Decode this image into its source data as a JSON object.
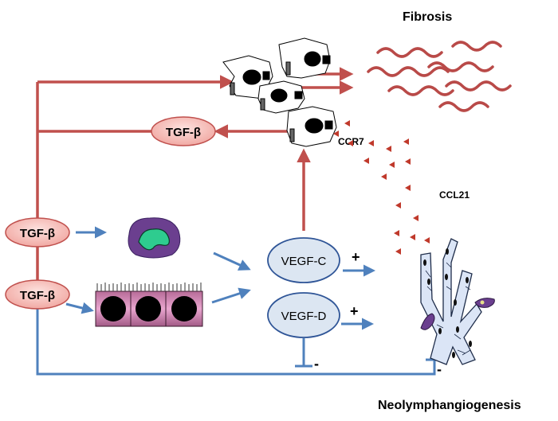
{
  "labels": {
    "fibrosis": "Fibrosis",
    "neolymphangiogenesis": "Neolymphangiogenesis",
    "ccr7": "CCR7",
    "ccl21": "CCL21",
    "tgf_beta_top": "TGF-β",
    "tgf_beta_mid": "TGF-β",
    "tgf_beta_low": "TGF-β",
    "vegf_c": "VEGF-C",
    "vegf_d": "VEGF-D",
    "plus_c": "+",
    "plus_d": "+",
    "minus_d": "-",
    "minus_bottom": "-"
  },
  "colors": {
    "red_arrow": "#c0504d",
    "blue_arrow": "#4f81bd",
    "tgf_fill": "#f8c8c4",
    "vegf_fill": "#dce6f2",
    "vegf_stroke": "#2f5597",
    "chemokine": "#c0392b",
    "collagen": "#b94a48",
    "epithelium": "#d58fb9",
    "macrophage": "#6b3f8f",
    "macrophage_nucleus": "#2ecc8f",
    "vessel": "#dbe5f6"
  },
  "icons": {
    "fibroblast_cluster": "fibroblast-cells-icon",
    "collagen_fibers": "collagen-fibers-icon",
    "macrophage": "macrophage-icon",
    "epithelium": "epithelial-cells-icon",
    "lymphatic_vessel": "lymphatic-vessel-icon",
    "chemokine_dots": "ccl21-chemokine-icon"
  }
}
